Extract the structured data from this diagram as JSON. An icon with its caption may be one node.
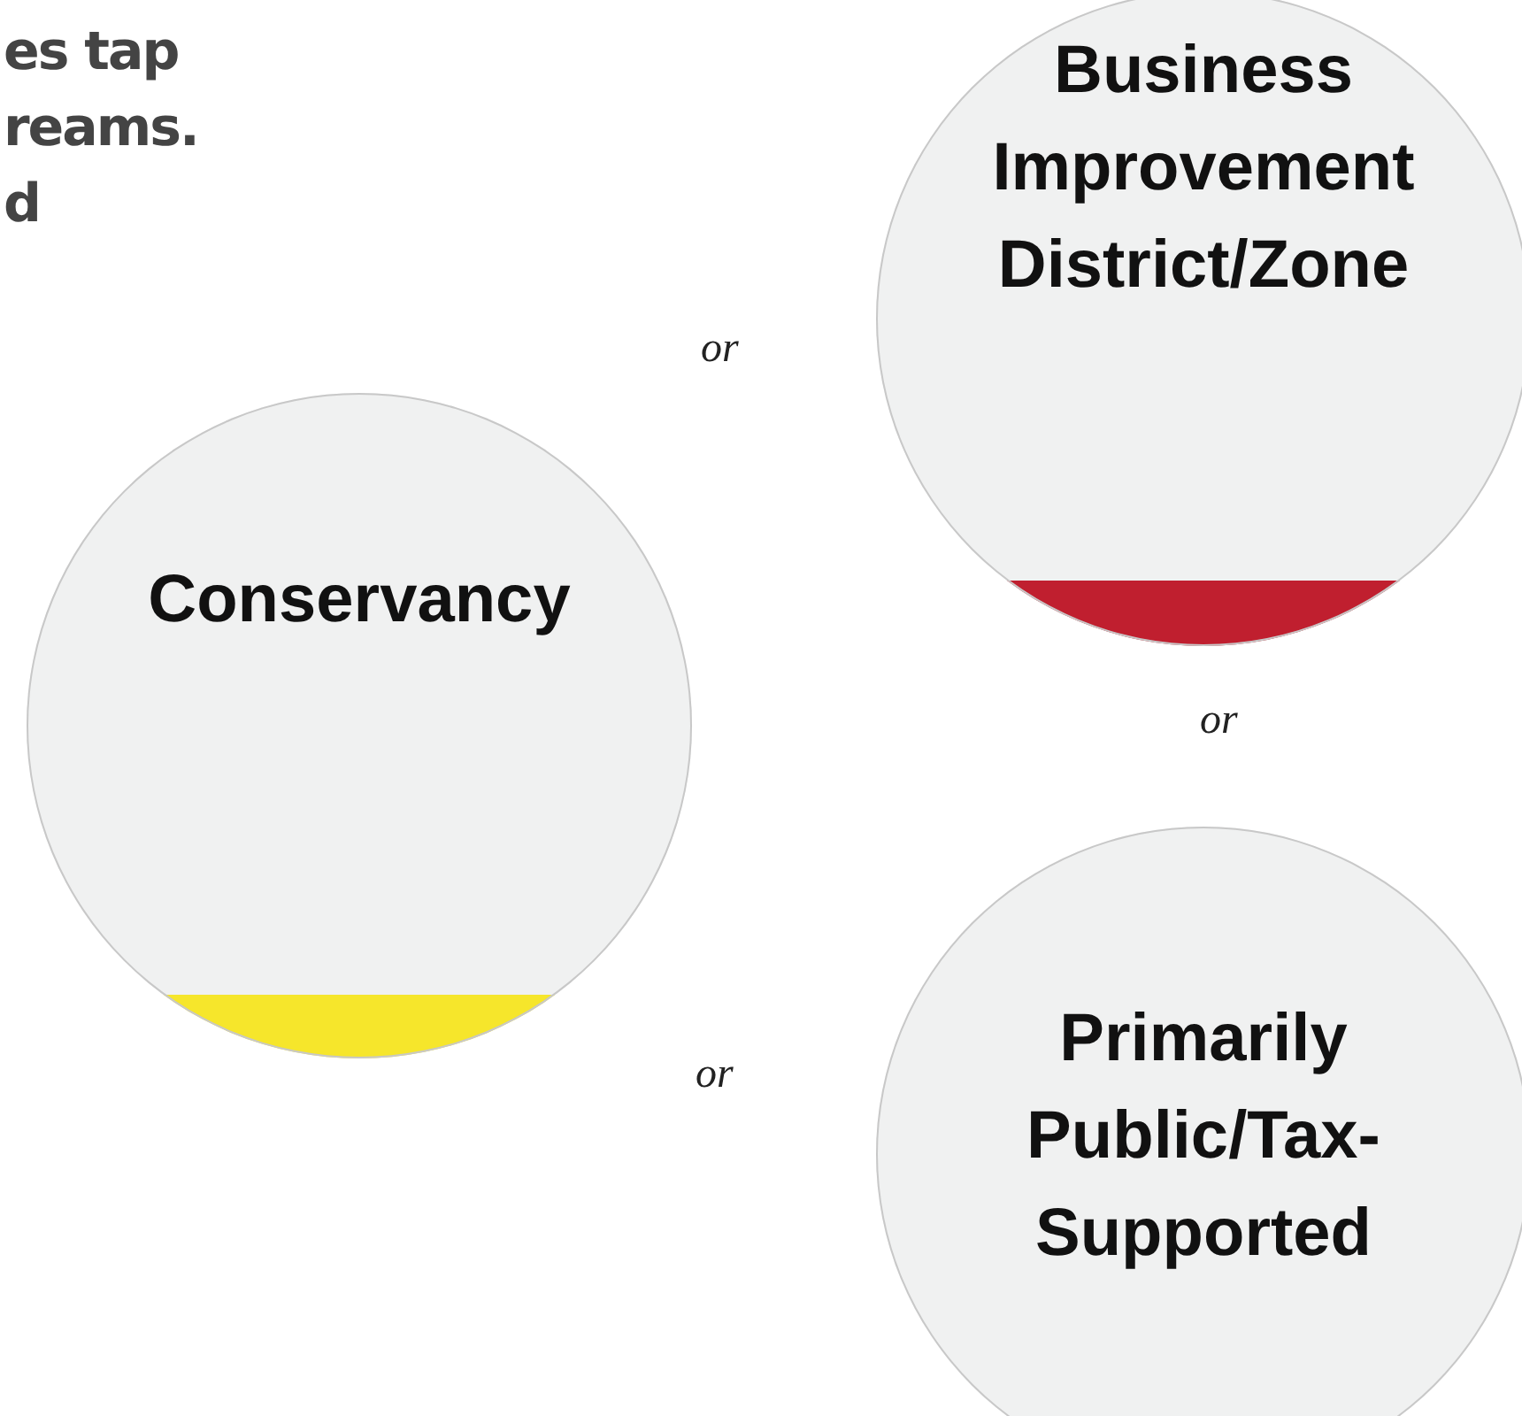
{
  "diagram": {
    "nodes": [
      {
        "text": [
          "Business Improvement District/Zone"
        ]
      },
      {
        "text": [
          "Conservancy"
        ]
      },
      {
        "text": [
          "Primarily Public/Tax-Supported"
        ]
      }
    ],
    "labels": [
      "es tap reams. d",
      "or",
      "or",
      "or"
    ]
  }
}
